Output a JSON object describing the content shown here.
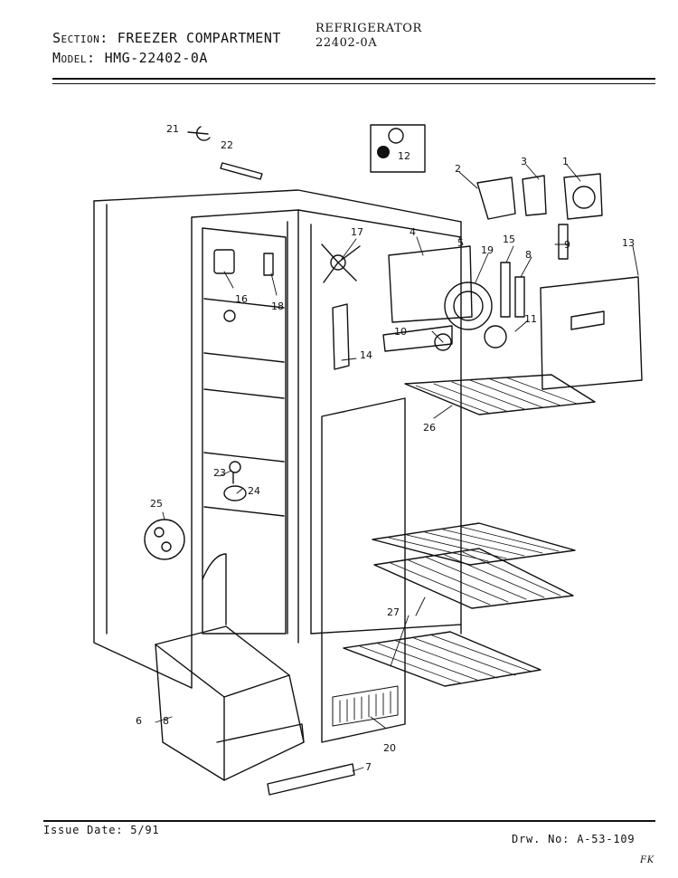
{
  "header": {
    "section_label": "Section:",
    "section_value": "FREEZER COMPARTMENT",
    "model_label": "Model:",
    "model_value": "HMG-22402-0A",
    "appliance": "REFRIGERATOR",
    "appliance_model": "22402-0A"
  },
  "callouts": [
    "1",
    "2",
    "3",
    "4",
    "5",
    "6",
    "7",
    "8",
    "8",
    "9",
    "10",
    "11",
    "12",
    "13",
    "14",
    "15",
    "16",
    "17",
    "18",
    "19",
    "20",
    "21",
    "22",
    "23",
    "24",
    "25",
    "26",
    "27"
  ],
  "footer": {
    "issue_date": "Issue Date: 5/91",
    "drawing_number": "Drw. No: A-53-109",
    "initials": "FK"
  }
}
